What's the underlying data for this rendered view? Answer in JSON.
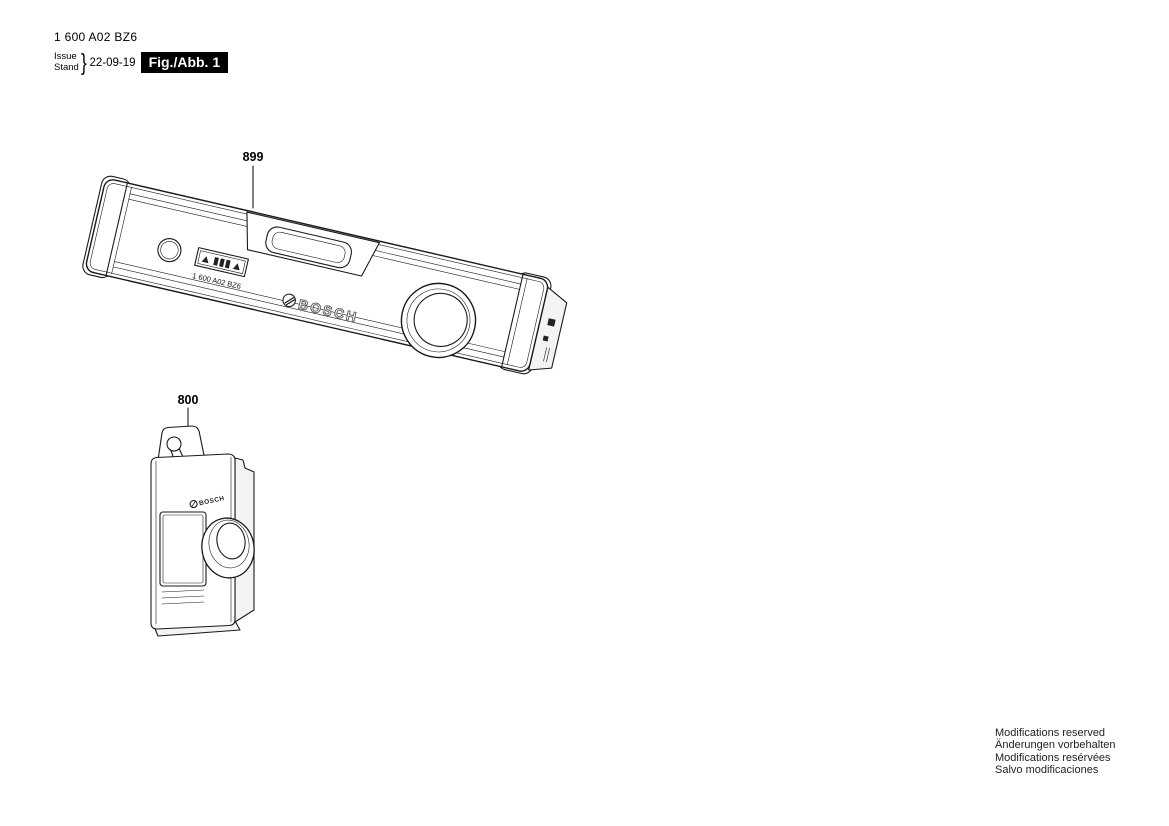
{
  "header": {
    "part_number": "1 600 A02 BZ6",
    "issue_label": "Issue",
    "stand_label": "Stand",
    "brace": "}",
    "date": "22-09-19",
    "figure_label": "Fig./Abb. 1"
  },
  "parts": {
    "level": {
      "ref": "899",
      "brand": "BOSCH",
      "body_text": "1 600 A02 BZ6"
    },
    "bracket": {
      "ref": "800",
      "brand": "BOSCH"
    }
  },
  "footer": {
    "lines": [
      "Modifications reserved",
      "Änderungen vorbehalten",
      "Modifications resérvées",
      "Salvo modificaciones"
    ]
  }
}
